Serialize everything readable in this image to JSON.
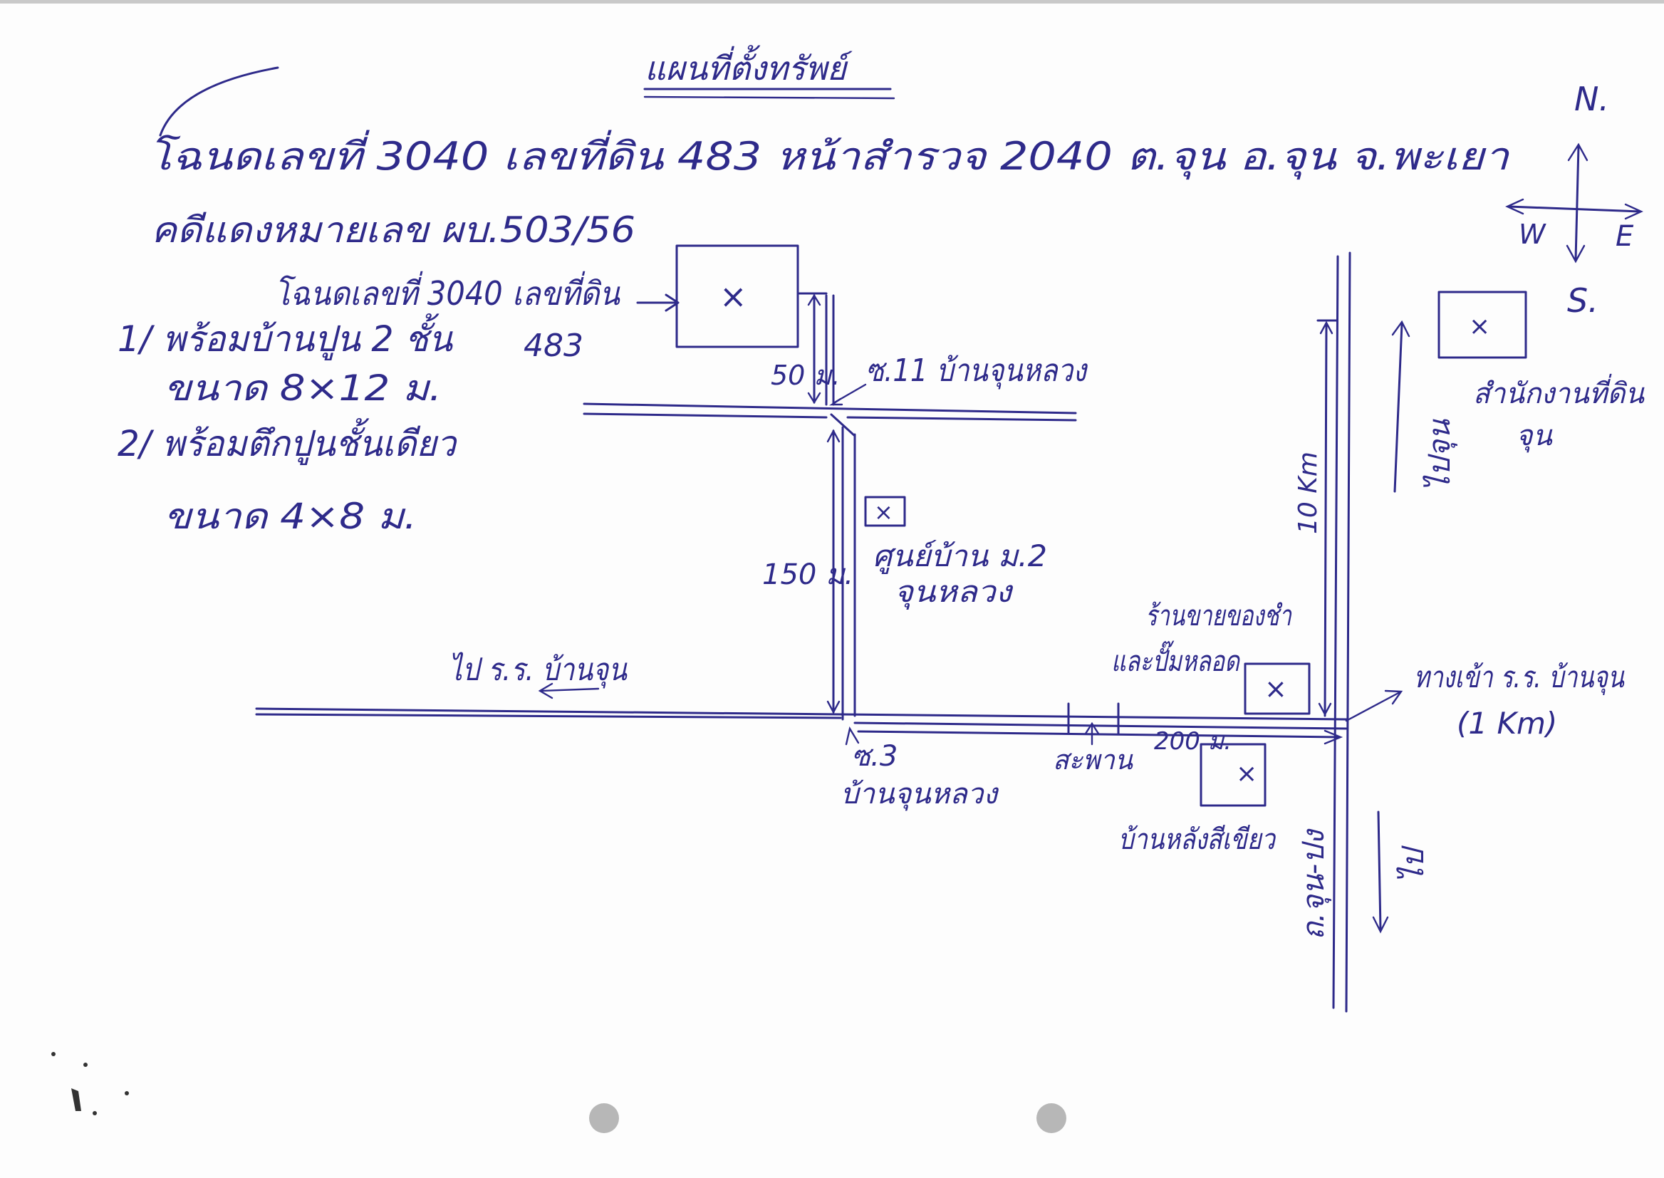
{
  "title": "แผนที่ตั้งทรัพย์",
  "header_line": "โฉนดเลขที่ 3040 เลขที่ดิน 483 หน้าสำรวจ 2040 ต.จุน อ.จุน จ.พะเยา",
  "case_line": "คดีแดงหมายเลข ผบ.503/56",
  "deed_label": "โฉนดเลขที่ 3040 เลขที่ดิน",
  "deed_parcel": "483",
  "items": [
    {
      "line1": "1/ พร้อมบ้านปูน 2 ชั้น",
      "line2": "ขนาด 8×12 ม."
    },
    {
      "line1": "2/ พร้อมตึกปูนชั้นเดียว",
      "line2": "ขนาด 4×8 ม."
    }
  ],
  "compass": {
    "n": "N.",
    "s": "S.",
    "w": "W",
    "e": "E"
  },
  "distances": {
    "d50": "50 ม.",
    "d150": "150 ม.",
    "d200": "200 ม.",
    "d10km": "10 Km"
  },
  "labels": {
    "soi11": "ซ.11 บ้านจุนหลวง",
    "center": "ศูนย์บ้าน ม.2",
    "center2": "จุนหลวง",
    "to_school": "ไป ร.ร. บ้านจุน",
    "shop": "ร้านขายของชำ",
    "shop2": "และปั๊มหลอด",
    "entrance": "ทางเข้า ร.ร. บ้านจุน",
    "entrance_km": "(1 Km)",
    "soi3": "ซ.3",
    "soi3b": "บ้านจุนหลวง",
    "crossing": "สะพาน",
    "house_green": "บ้านหลังสีเขียว",
    "office": "สำนักงานที่ดิน",
    "office2": "จุน",
    "to_chun": "ไปจุน",
    "road": "ถ.จุน-ปง",
    "go": "ไป"
  },
  "x_mark": "×"
}
